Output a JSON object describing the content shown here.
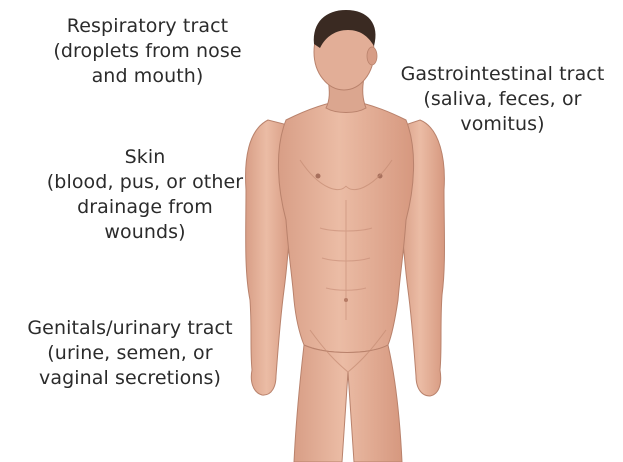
{
  "labels": {
    "respiratory": {
      "line1": "Respiratory tract",
      "line2": "(droplets from nose",
      "line3": "and mouth)"
    },
    "gastrointestinal": {
      "line1": "Gastrointestinal tract",
      "line2": "(saliva, feces, or",
      "line3": "vomitus)"
    },
    "skin": {
      "line1": "Skin",
      "line2": "(blood, pus, or other",
      "line3": "drainage from",
      "line4": "wounds)"
    },
    "genital": {
      "line1": "Genitals/urinary tract",
      "line2": "(urine, semen, or",
      "line3": "vaginal secretions)"
    }
  },
  "colors": {
    "skin": "#e3b199",
    "skin_shadow": "#c98f78",
    "hair": "#3a2a22",
    "text": "#2b2b2b"
  }
}
